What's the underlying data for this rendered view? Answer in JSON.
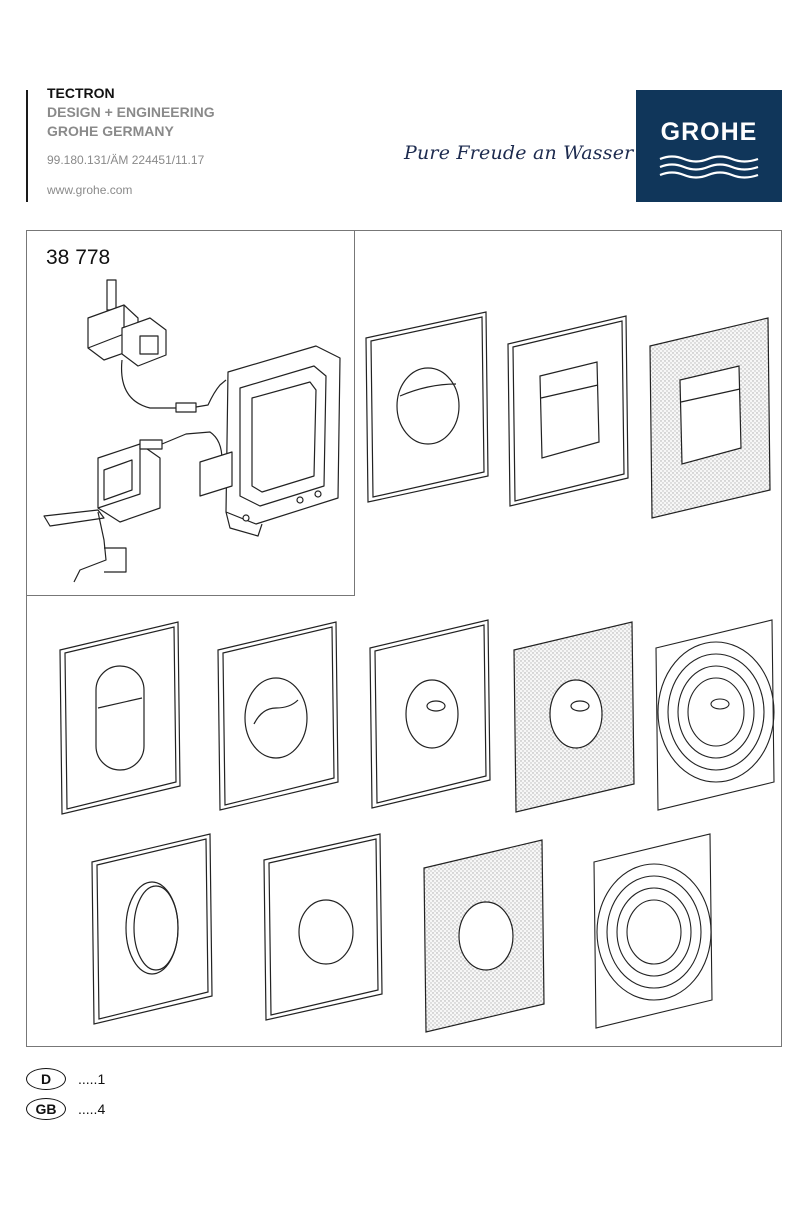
{
  "header": {
    "title": "TECTRON",
    "line2": "DESIGN + ENGINEERING",
    "line3": "GROHE GERMANY",
    "code": "99.180.131/ÄM 224451/11.17",
    "url": "www.grohe.com",
    "slogan": "Pure Freude an Wasser",
    "logo_text": "GROHE",
    "logo_color": "#10365a"
  },
  "model_number": "38 778",
  "languages": [
    {
      "code": "D",
      "page": ".....1"
    },
    {
      "code": "GB",
      "page": ".....4"
    }
  ]
}
